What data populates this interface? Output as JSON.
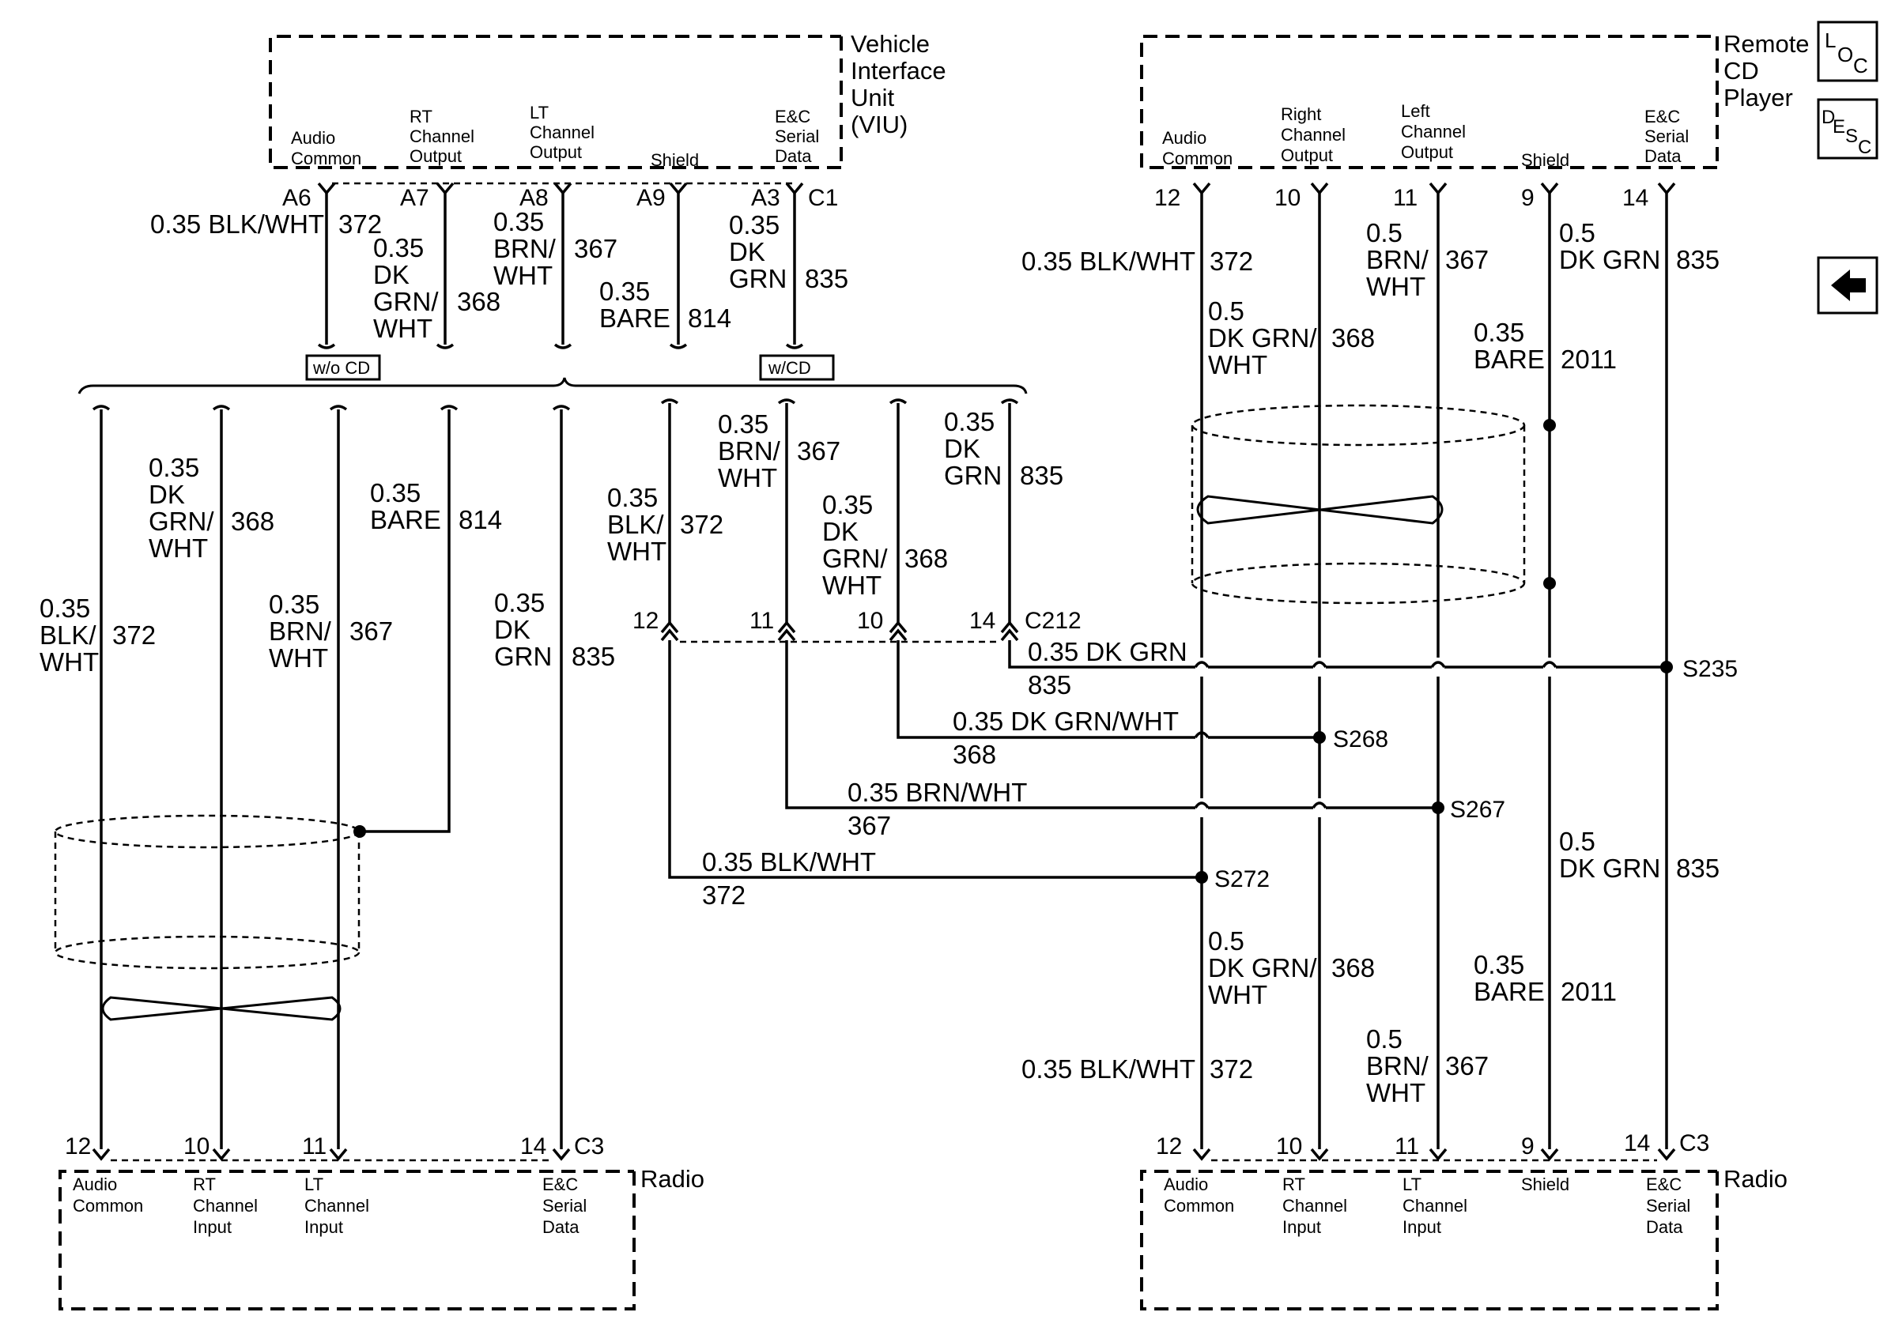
{
  "components": {
    "viu": {
      "name": [
        "Vehicle",
        "Interface",
        "Unit",
        "(VIU)"
      ]
    },
    "remote_cd": {
      "name": [
        "Remote",
        "CD",
        "Player"
      ]
    },
    "radio_left": {
      "name": "Radio"
    },
    "radio_right": {
      "name": "Radio"
    }
  },
  "connectors": {
    "viu_c1": "C1",
    "radio_left_c3": "C3",
    "radio_right_c3": "C3",
    "inline_c212": "C212"
  },
  "viu_pins": [
    {
      "label": [
        "Audio",
        "Common"
      ],
      "pin": "A6"
    },
    {
      "label": [
        "RT",
        "Channel",
        "Output"
      ],
      "pin": "A7"
    },
    {
      "label": [
        "LT",
        "Channel",
        "Output"
      ],
      "pin": "A8"
    },
    {
      "label": [
        "Shield"
      ],
      "pin": "A9"
    },
    {
      "label": [
        "E&C",
        "Serial",
        "Data"
      ],
      "pin": "A3"
    }
  ],
  "remote_pins": [
    {
      "label": [
        "Audio",
        "Common"
      ],
      "pin": "12"
    },
    {
      "label": [
        "Right",
        "Channel",
        "Output"
      ],
      "pin": "10"
    },
    {
      "label": [
        "Left",
        "Channel",
        "Output"
      ],
      "pin": "11"
    },
    {
      "label": [
        "Shield"
      ],
      "pin": "9"
    },
    {
      "label": [
        "E&C",
        "Serial",
        "Data"
      ],
      "pin": "14"
    }
  ],
  "radio_left_pins": [
    {
      "label": [
        "Audio",
        "Common"
      ],
      "pin": "12"
    },
    {
      "label": [
        "RT",
        "Channel",
        "Input"
      ],
      "pin": "10"
    },
    {
      "label": [
        "LT",
        "Channel",
        "Input"
      ],
      "pin": "11"
    },
    {
      "label": [
        "E&C",
        "Serial",
        "Data"
      ],
      "pin": "14"
    }
  ],
  "radio_right_pins": [
    {
      "label": [
        "Audio",
        "Common"
      ],
      "pin": "12"
    },
    {
      "label": [
        "RT",
        "Channel",
        "Input"
      ],
      "pin": "10"
    },
    {
      "label": [
        "LT",
        "Channel",
        "Input"
      ],
      "pin": "11"
    },
    {
      "label": [
        "Shield"
      ],
      "pin": "9"
    },
    {
      "label": [
        "E&C",
        "Serial",
        "Data"
      ],
      "pin": "14"
    }
  ],
  "c212_pins": [
    "12",
    "11",
    "10",
    "14"
  ],
  "options": {
    "without_cd": "w/o CD",
    "with_cd": "w/CD"
  },
  "splices": [
    "S235",
    "S268",
    "S267",
    "S272"
  ],
  "wires": {
    "viu_372": {
      "label": [
        "0.35 BLK/WHT"
      ],
      "circuit": "372"
    },
    "viu_368": {
      "label": [
        "0.35",
        "DK",
        "GRN/",
        "WHT"
      ],
      "circuit": "368"
    },
    "viu_367": {
      "label": [
        "0.35",
        "BRN/",
        "WHT"
      ],
      "circuit": "367"
    },
    "viu_814": {
      "label": [
        "0.35",
        "BARE"
      ],
      "circuit": "814"
    },
    "viu_835": {
      "label": [
        "0.35",
        "DK",
        "GRN"
      ],
      "circuit": "835"
    },
    "wo_372": {
      "label": [
        "0.35",
        "BLK/",
        "WHT"
      ],
      "circuit": "372"
    },
    "wo_368": {
      "label": [
        "0.35",
        "DK",
        "GRN/",
        "WHT"
      ],
      "circuit": "368"
    },
    "wo_367": {
      "label": [
        "0.35",
        "BRN/",
        "WHT"
      ],
      "circuit": "367"
    },
    "wo_814": {
      "label": [
        "0.35",
        "BARE"
      ],
      "circuit": "814"
    },
    "wo_835": {
      "label": [
        "0.35",
        "DK",
        "GRN"
      ],
      "circuit": "835"
    },
    "w_372": {
      "label": [
        "0.35",
        "BLK/",
        "WHT"
      ],
      "circuit": "372"
    },
    "w_367": {
      "label": [
        "0.35",
        "BRN/",
        "WHT"
      ],
      "circuit": "367"
    },
    "w_368": {
      "label": [
        "0.35",
        "DK",
        "GRN/",
        "WHT"
      ],
      "circuit": "368"
    },
    "w_835": {
      "label": [
        "0.35",
        "DK",
        "GRN"
      ],
      "circuit": "835"
    },
    "h_835": {
      "label": [
        "0.35 DK GRN"
      ],
      "circuit": "835"
    },
    "h_368": {
      "label": [
        "0.35 DK GRN/WHT"
      ],
      "circuit": "368"
    },
    "h_367": {
      "label": [
        "0.35 BRN/WHT"
      ],
      "circuit": "367"
    },
    "h_372": {
      "label": [
        "0.35 BLK/WHT"
      ],
      "circuit": "372"
    },
    "rt_372": {
      "label": [
        "0.35 BLK/WHT"
      ],
      "circuit": "372"
    },
    "rt_368": {
      "label": [
        "0.5",
        "DK GRN/",
        "WHT"
      ],
      "circuit": "368"
    },
    "rt_367": {
      "label": [
        "0.5",
        "BRN/",
        "WHT"
      ],
      "circuit": "367"
    },
    "rt_2011": {
      "label": [
        "0.35",
        "BARE"
      ],
      "circuit": "2011"
    },
    "rt_835": {
      "label": [
        "0.5",
        "DK GRN"
      ],
      "circuit": "835"
    },
    "rb_368": {
      "label": [
        "0.5",
        "DK GRN/",
        "WHT"
      ],
      "circuit": "368"
    },
    "rb_2011": {
      "label": [
        "0.35",
        "BARE"
      ],
      "circuit": "2011"
    },
    "rb_835": {
      "label": [
        "0.5",
        "DK GRN"
      ],
      "circuit": "835"
    },
    "rb_372": {
      "label": [
        "0.35 BLK/WHT"
      ],
      "circuit": "372"
    },
    "rb_367": {
      "label": [
        "0.5",
        "BRN/",
        "WHT"
      ],
      "circuit": "367"
    }
  },
  "nav": {
    "loc": [
      "L",
      "O",
      "C"
    ],
    "desc": [
      "D",
      "E",
      "S",
      "C"
    ]
  }
}
